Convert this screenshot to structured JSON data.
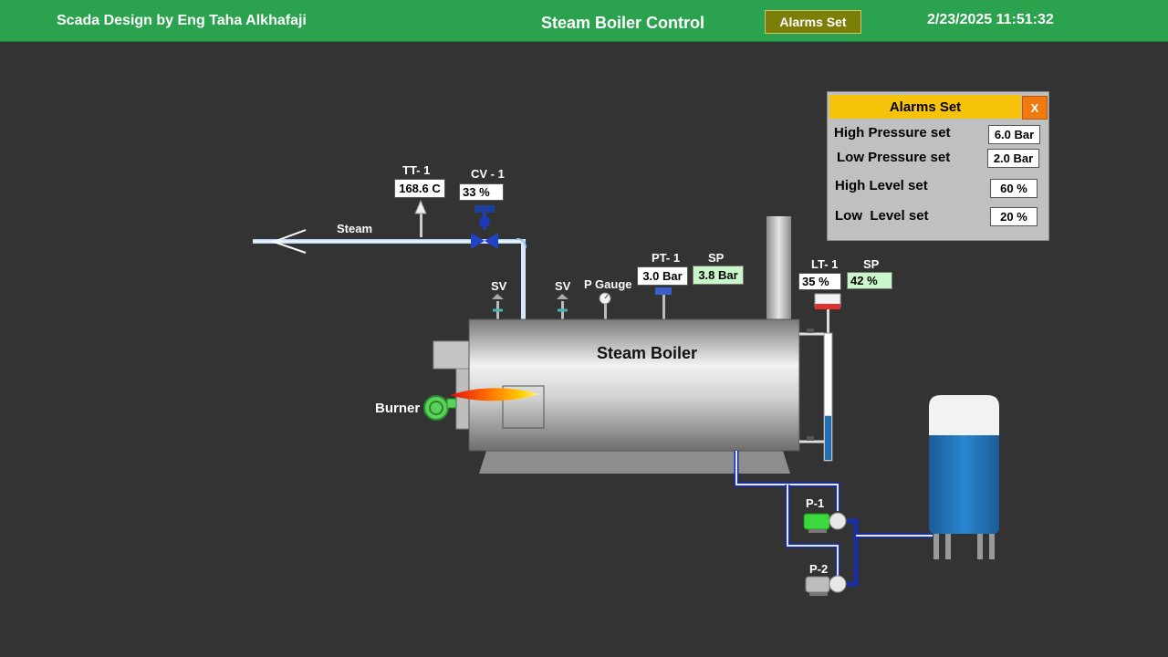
{
  "header": {
    "designer": "Scada Design by Eng Taha Alkhafaji",
    "title": "Steam Boiler Control",
    "alarms_button": "Alarms Set",
    "datetime": "2/23/2025 11:51:32"
  },
  "line": {
    "steam_label": "Steam"
  },
  "tt1": {
    "tag": "TT- 1",
    "value": "168.6 C"
  },
  "cv1": {
    "tag": "CV - 1",
    "value": "33 %"
  },
  "pt1": {
    "tag": "PT- 1",
    "value": "3.0 Bar",
    "sp_tag": "SP",
    "sp_value": "3.8 Bar"
  },
  "lt1": {
    "tag": "LT- 1",
    "value": "35 %",
    "sp_tag": "SP",
    "sp_value": "42 %",
    "level_fraction": 0.35
  },
  "safety_valves": [
    "SV",
    "SV"
  ],
  "pressure_gauge": "P Gauge",
  "boiler": {
    "label": "Steam Boiler",
    "burner_label": "Burner"
  },
  "pumps": {
    "p1": "P-1",
    "p2": "P-2"
  },
  "alarms_panel": {
    "title": "Alarms Set",
    "close": "X",
    "rows": [
      {
        "label": "High Pressure set",
        "value": "6.0 Bar"
      },
      {
        "label": "Low Pressure set",
        "value": "2.0 Bar"
      },
      {
        "label": "High Level set",
        "value": "60 %"
      },
      {
        "label": "Low  Level set",
        "value": "20 %"
      }
    ]
  },
  "colors": {
    "header": "#2aa24e",
    "background": "#333333",
    "alarm_title": "#f7c20a",
    "close_button": "#f07a10",
    "setpoint_box": "#c9f7c9",
    "water": "#1f6fb2",
    "pump_running": "#3cd83c"
  }
}
